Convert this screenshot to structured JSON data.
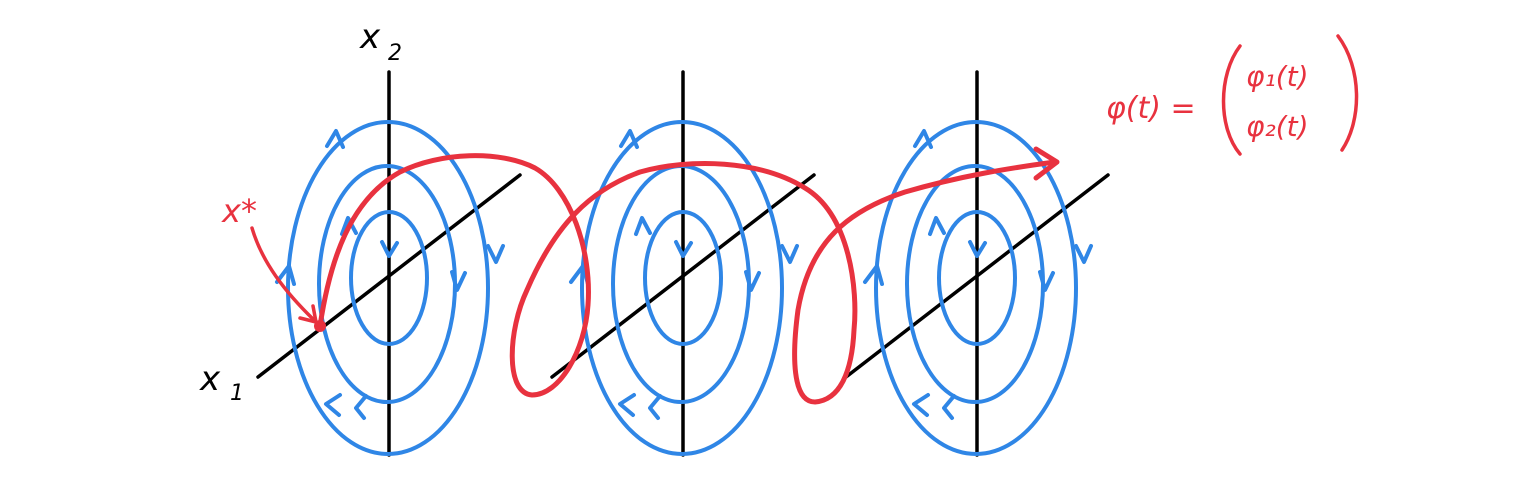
{
  "labels": {
    "x1": "x",
    "x1_sub": "1",
    "x2": "x",
    "x2_sub": "2",
    "xstar": "x*",
    "phi_lhs": "φ(t) =",
    "phi1": "φ₁(t)",
    "phi2": "φ₂(t)"
  },
  "colors": {
    "axes": "#000000",
    "orbits": "#2f86e6",
    "trajectory": "#e8323f",
    "background": "#ffffff"
  },
  "counts": {
    "phase_planes": 3,
    "orbits_per_plane": 3
  }
}
